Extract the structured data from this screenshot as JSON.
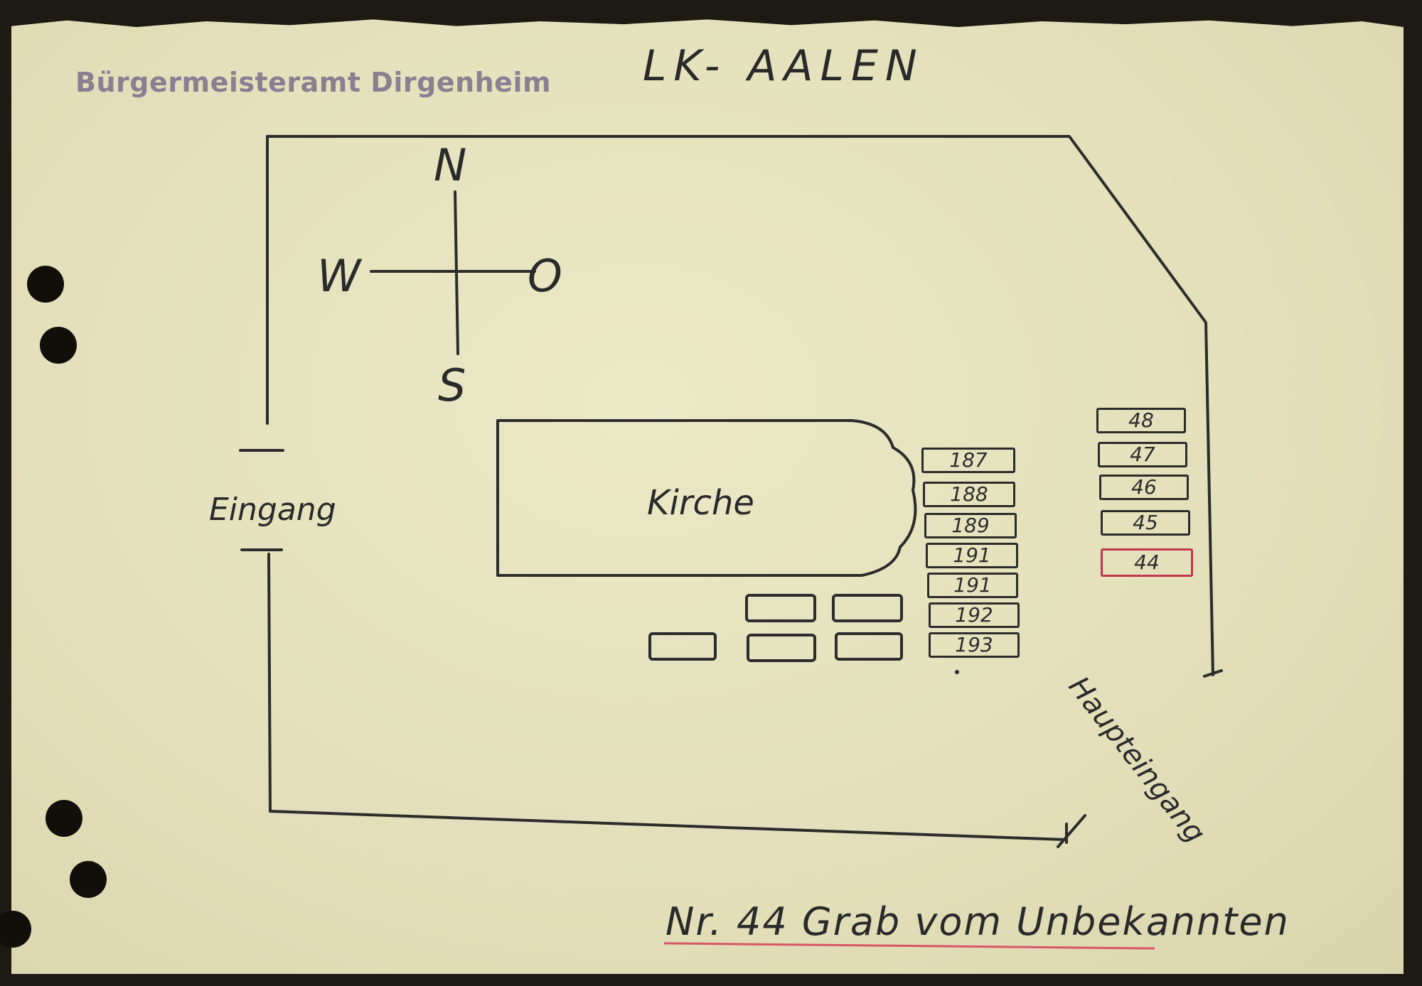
{
  "stamp": "Bürgermeisteramt Dirgenheim",
  "heading": "LK- AALEN",
  "compass": {
    "north": "N",
    "west": "W",
    "east": "O",
    "south": "S"
  },
  "labels": {
    "eingang": "Eingang",
    "kirche": "Kirche",
    "haupteingang": "Haupteingang"
  },
  "graves_center": [
    "187",
    "188",
    "189",
    "191",
    "191",
    "192",
    "193"
  ],
  "graves_right": [
    "48",
    "47",
    "46",
    "45",
    "44"
  ],
  "marked_grave": "44",
  "footer": "Nr. 44 Grab vom Unbekannten",
  "colors": {
    "ink": "#2c2c2c",
    "stamp": "#7a6f8a",
    "marker": "#c2364f",
    "paper": "#e5e2be"
  }
}
